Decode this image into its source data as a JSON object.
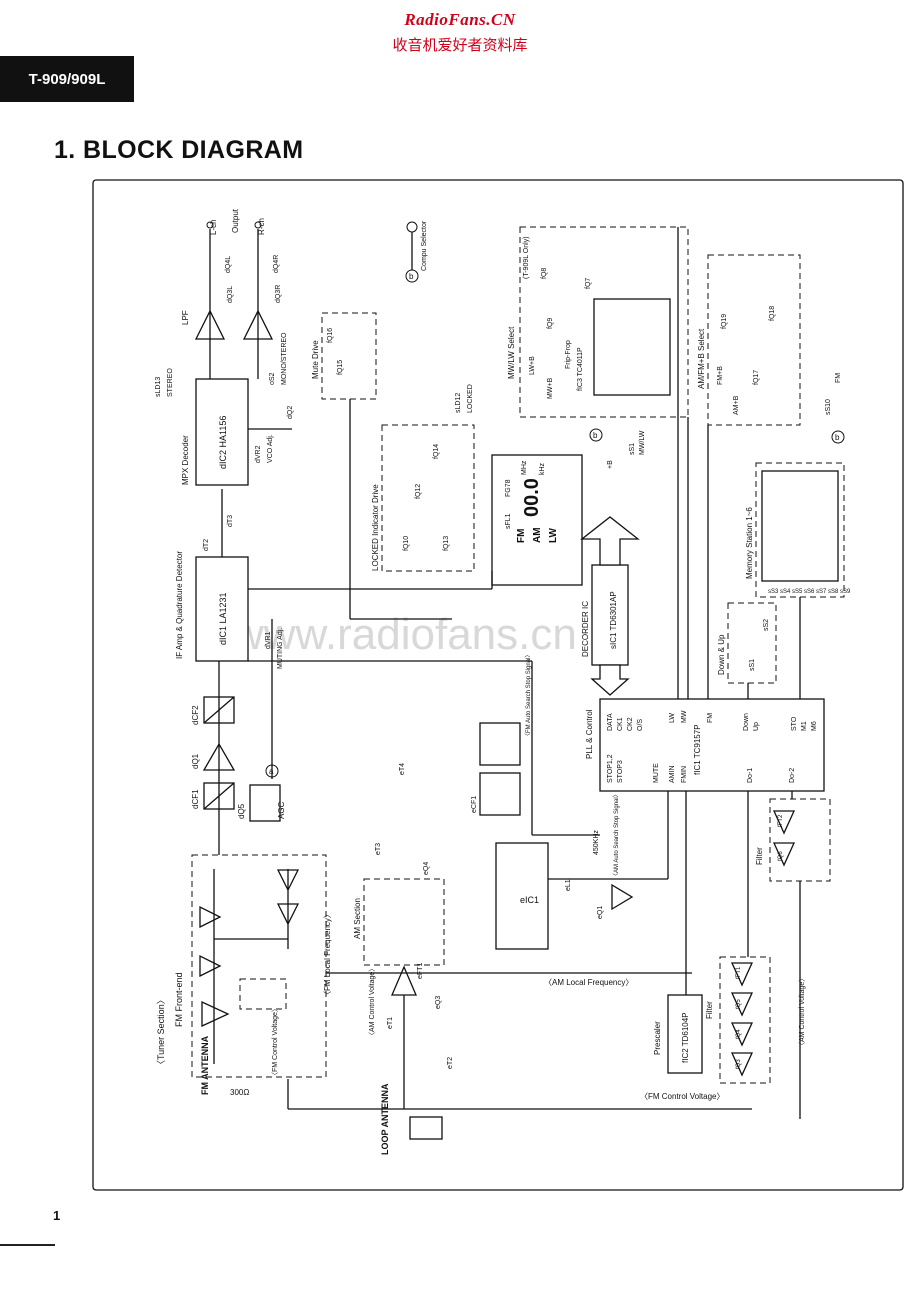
{
  "watermark": {
    "site": "RadioFans.CN",
    "subtitle": "收音机爱好者资料库",
    "center": "www.radiofans.cn"
  },
  "header": {
    "model": "T-909/909L"
  },
  "heading": "1. BLOCK DIAGRAM",
  "page_number": "1",
  "diagram": {
    "sections": {
      "tuner": "〈Tuner Section〉",
      "fm_frontend": "FM Front-end",
      "am": "AM Section",
      "if_amp": "IF Amp & Quadrature Detector",
      "mpx": "MPX Decoder",
      "mute": "Mute Drive",
      "locked_drive": "LOCKED Indicator Drive",
      "mw_lw_select": "MW/LW Select",
      "am_fm_b_select": "AM/FM+B Select",
      "pll": "PLL & Control",
      "decorder": "DECORDER IC",
      "down_up": "Down & Up",
      "memory": "Memory Station 1~6",
      "filter1": "Filter",
      "filter2": "Filter",
      "prescaler": "Prescaler",
      "lpf": "LPF",
      "flip_flop": "Frip-Frop"
    },
    "ic_labels": {
      "if_ic": "dIC1 LA1231",
      "mpx_ic": "dIC2 HA1156",
      "pll_ic": "fIC1 TC9157P",
      "decoder_ic": "sIC1 TD6301AP",
      "prescaler_ic": "fIC2 TD6104P",
      "am_ic": "eIC1",
      "ff_ic": "fIC3 TC4011P"
    },
    "components": {
      "dCF1": "dCF1",
      "dCF2": "dCF2",
      "dQ1": "dQ1",
      "dQ5": "dQ5",
      "agc": "AGC",
      "dQ3L": "dQ3L",
      "dQ3R": "dQ3R",
      "dQ4L": "dQ4L",
      "dQ4R": "dQ4R",
      "dQ2": "dQ2",
      "dT2": "dT2",
      "dT3": "dT3",
      "dVR1": "dVR1",
      "muting_adj": "MUTING Adj.",
      "dVR2": "dVR2",
      "vco_adj": "VCO Adj.",
      "sLD13": "sLD13",
      "stereo": "STEREO",
      "sLD12": "sLD12",
      "locked": "LOCKED",
      "oS2": "oS2",
      "mono_stereo": "MONO/STEREO",
      "fQ15": "fQ15",
      "fQ16": "fQ16",
      "fQ10": "fQ10",
      "fQ12": "fQ12",
      "fQ13": "fQ13",
      "fQ14": "fQ14",
      "fQ7": "fQ7",
      "fQ8": "fQ8",
      "fQ9": "fQ9",
      "fQ17": "fQ17",
      "fQ18": "fQ18",
      "fQ19": "fQ19",
      "t909l_only": "(T-909L Only)",
      "eT1": "eT1",
      "eT2": "eT2",
      "eT3": "eT3",
      "eT4": "eT4",
      "eFT1": "eFT1",
      "eQ1": "eQ1",
      "eQ3": "eQ3",
      "eQ4": "eQ4",
      "eCF1": "eCF1",
      "eL1": "eL1",
      "fFT1": "fFT1",
      "fFT2": "fFT2",
      "fQ3": "fQ3",
      "fQ4": "fQ4",
      "fQ5": "fQ5",
      "fQ6": "fQ6",
      "sS1": "sS1",
      "sS2": "sS2",
      "sS10": "sS10",
      "sS1_mwlw": "sS1",
      "lw_b": "LW+B",
      "mw_b": "MW+B",
      "fm_b": "FM+B",
      "am_b": "AM+B",
      "plus_b": "+B",
      "khz450": "450KHz",
      "compu_selector": "Compu Selector",
      "lch": "L-ch",
      "rch": "R-ch",
      "output": "Output",
      "fm_antenna": "FM ANTENNA",
      "loop_antenna": "LOOP ANTENNA",
      "ohm300": "300Ω",
      "fm_local": "〈FM Local Frequency〉",
      "fm_control": "〈FM Control Voltage〉",
      "fm_control_bottom": "〈FM Control Voltage〉",
      "am_control": "〈AM Control Voltage〉",
      "am_control_right": "〈AM Control Voltage〉",
      "am_local": "〈AM Local Frequency〉",
      "fm_auto_stop": "〈FM Auto Search Stop Signal〉",
      "am_auto_stop": "〈AM Auto Search Stop Signal〉",
      "mw_lw": "MW/LW",
      "fm_sw": "FM",
      "sFL1": "sFL1",
      "fg78": "FG78"
    },
    "pll_pins": {
      "data": "DATA",
      "ck1": "CK1",
      "ck2": "CK2",
      "o5": "O/S",
      "stop12": "STOP1,2",
      "stop3": "STOP3",
      "mute": "MUTE",
      "amin": "AMIN",
      "fmin": "FMIN",
      "lw": "LW",
      "mw": "MW",
      "fm": "FM",
      "down": "Down",
      "up": "Up",
      "sto": "STO",
      "m1": "M1",
      "m6": "M6",
      "do1": "Do-1",
      "do2": "Do-2"
    },
    "display": {
      "fm": "FM",
      "am": "AM",
      "lw": "LW",
      "digits": "00.0",
      "mhz": "MHz",
      "khz": "kHz"
    },
    "memory_switches": [
      "sS3",
      "sS4",
      "sS5",
      "sS6",
      "sS7",
      "sS8",
      "sS9"
    ]
  }
}
